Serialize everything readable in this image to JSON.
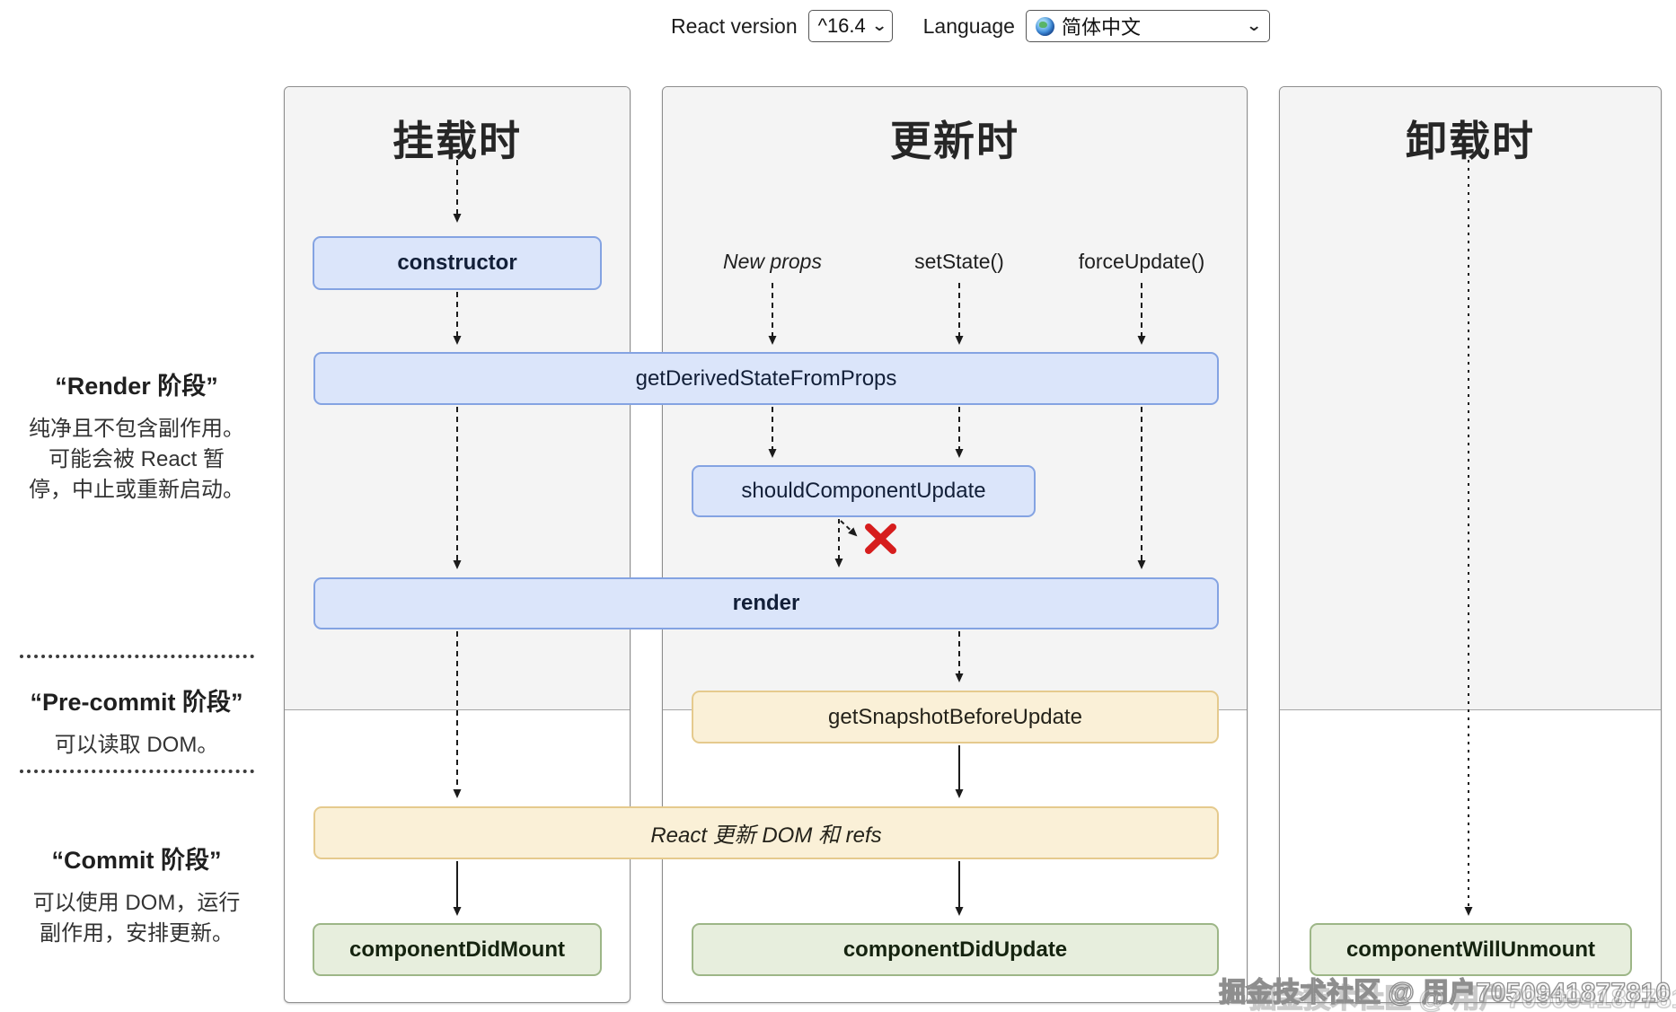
{
  "controls": {
    "react_version_label": "React version",
    "react_version_value": "^16.4",
    "language_label": "Language",
    "language_value": "简体中文",
    "chevron": "⌄"
  },
  "phases": {
    "render": {
      "title": "“Render 阶段”",
      "desc": [
        "纯净且不包含副作用。",
        "可能会被 React 暂",
        "停，中止或重新启动。"
      ]
    },
    "pre_commit": {
      "title": "“Pre-commit 阶段”",
      "desc": [
        "可以读取 DOM。"
      ]
    },
    "commit": {
      "title": "“Commit 阶段”",
      "desc": [
        "可以使用 DOM，运行",
        "副作用，安排更新。"
      ]
    }
  },
  "columns": {
    "mounting": {
      "title": "挂载时"
    },
    "updating": {
      "title": "更新时",
      "triggers": [
        "New props",
        "setState()",
        "forceUpdate()"
      ]
    },
    "unmounting": {
      "title": "卸载时"
    }
  },
  "nodes": {
    "constructor": "constructor",
    "get_derived_state_from_props": "getDerivedStateFromProps",
    "should_component_update": "shouldComponentUpdate",
    "render": "render",
    "get_snapshot_before_update": "getSnapshotBeforeUpdate",
    "react_updates_dom": "React 更新 DOM 和 refs",
    "component_did_mount": "componentDidMount",
    "component_did_update": "componentDidUpdate",
    "component_will_unmount": "componentWillUnmount"
  },
  "watermark": "掘金技术社区 @ 用户7050941877810",
  "colors": {
    "node_blue_bg": "#dbe5fa",
    "node_blue_border": "#84a3e2",
    "node_yellow_bg": "#faf0d7",
    "node_yellow_border": "#e5ca8d",
    "node_green_bg": "#e7eedd",
    "node_green_border": "#9db687",
    "panel_gray": "#f4f4f4",
    "cancel_red": "#d61d1d",
    "arrow": "#1b1b1b"
  }
}
